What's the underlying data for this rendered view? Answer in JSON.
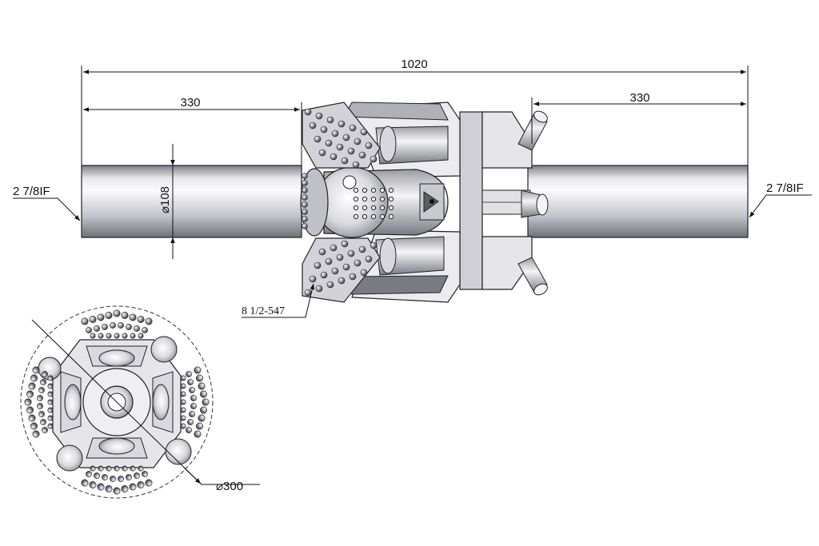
{
  "dimensions": {
    "overall_length": "1020",
    "left_shaft_length": "330",
    "right_shaft_length": "330",
    "shaft_diameter": "⌀108",
    "cutter_diameter": "⌀300"
  },
  "callouts": {
    "left_connection": "2 7/8IF",
    "right_connection": "2 7/8IF",
    "cutter_spec": "8 1/2-547"
  },
  "colors": {
    "line": "#111111",
    "shaft_light": "#f4f4f6",
    "shaft_dark": "#8c8c94",
    "body_grey": "#b8b8c0",
    "plate_grey": "#e4e4e8"
  }
}
